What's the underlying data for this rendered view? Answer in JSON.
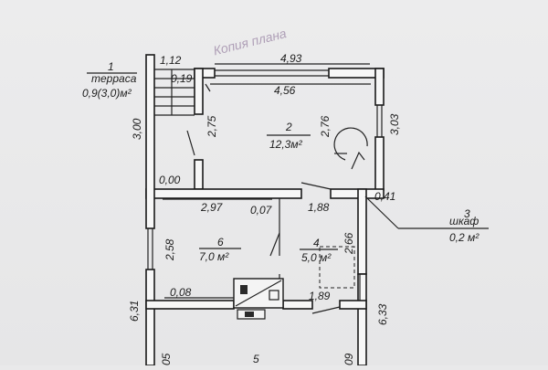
{
  "plan": {
    "stamp_text": "Копия плана",
    "rooms": {
      "terrace": {
        "number": "1",
        "name": "терраса",
        "area": "0,9(3,0)м²"
      },
      "room2": {
        "number": "2",
        "area": "12,3м²"
      },
      "closet": {
        "number": "3",
        "name": "шкаф",
        "area": "0,2 м²"
      },
      "room4": {
        "number": "4",
        "area": "5,0 м²"
      },
      "room5": {
        "number": "5"
      },
      "room6": {
        "number": "6",
        "area": "7,0 м²"
      }
    },
    "dimensions": {
      "top_left_width": "1,12",
      "stair_offset": "0,19",
      "top_width": "4,93",
      "inner_width": "4,56",
      "terrace_height": "3,00",
      "room2_left_height": "2,75",
      "room2_right_height": "2,76",
      "right_outer_height": "3,03",
      "terrace_zero": "0,00",
      "closet_width": "0,41",
      "room6_width": "2,97",
      "partition": "0,07",
      "room4_width": "1,88",
      "room6_height": "2,58",
      "room4_height": "2,66",
      "left_outer": "6,31",
      "right_outer": "6,33",
      "bottom_left": "0,08",
      "bottom_right": "1,89",
      "room5_left": "05",
      "room5_right": "09"
    }
  }
}
